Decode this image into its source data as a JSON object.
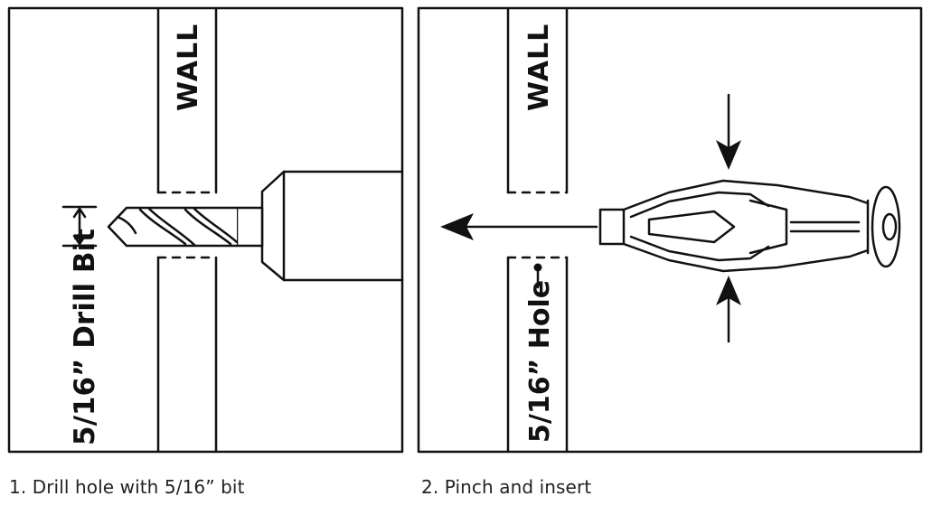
{
  "panels": [
    {
      "wall_label": "WALL",
      "dimension_label": "5/16” Drill Bit",
      "caption": "1. Drill hole with 5/16” bit"
    },
    {
      "wall_label": "WALL",
      "dimension_label": "5/16” Hole",
      "caption": "2. Pinch and insert"
    }
  ],
  "colors": {
    "line": "#111111",
    "background": "#ffffff"
  }
}
